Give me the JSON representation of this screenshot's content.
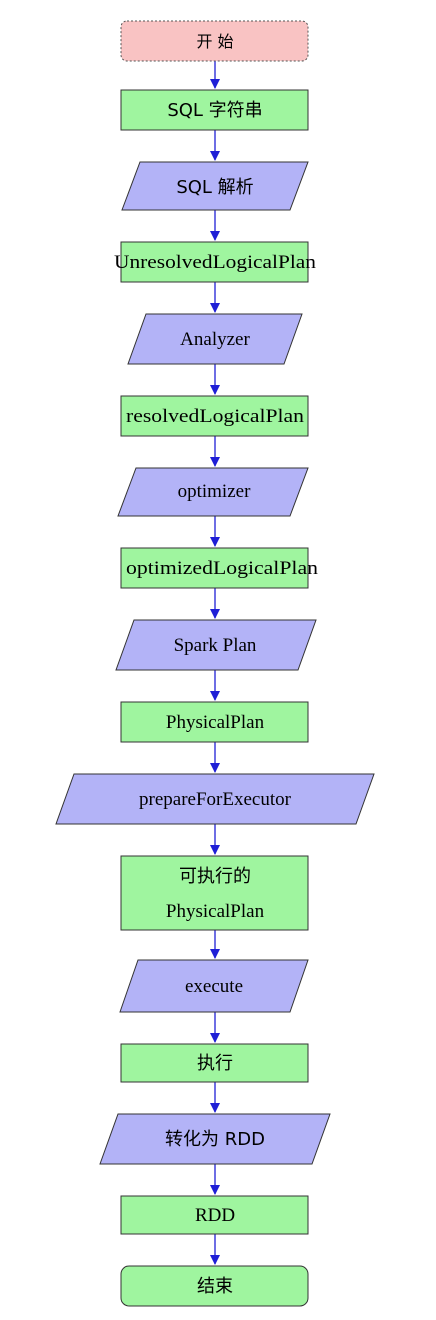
{
  "diagram": {
    "start_label": "开 始",
    "sql_string": "SQL 字符串",
    "sql_parse": "SQL 解析",
    "unresolved_plan": "UnresolvedLogicalPlan",
    "analyzer": "Analyzer",
    "resolved_plan": "resolvedLogicalPlan",
    "optimizer": "optimizer",
    "optimized_plan": "optimizedLogicalPlan",
    "spark_plan": "Spark Plan",
    "physical_plan": "PhysicalPlan",
    "prepare_for_executor": "prepareForExecutor",
    "executable_line1": "可执行的",
    "executable_line2": "PhysicalPlan",
    "execute": "execute",
    "run": "执行",
    "to_rdd": "转化为 RDD",
    "rdd": "RDD",
    "end_label": "结束"
  },
  "colors": {
    "start_fill": "#f9c3c3",
    "rect_fill": "#9ff59f",
    "para_fill": "#b3b3f7",
    "arrow": "#1f1fd6"
  }
}
